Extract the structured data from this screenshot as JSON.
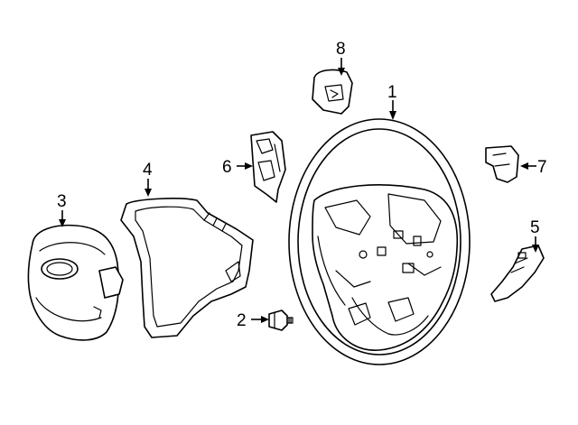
{
  "parts": [
    {
      "id": "p1",
      "callout": "1",
      "icon": "steering-wheel"
    },
    {
      "id": "p2",
      "callout": "2",
      "icon": "bolt"
    },
    {
      "id": "p3",
      "callout": "3",
      "icon": "air-bag-module"
    },
    {
      "id": "p4",
      "callout": "4",
      "icon": "trim-bezel"
    },
    {
      "id": "p5",
      "callout": "5",
      "icon": "paddle-shifter"
    },
    {
      "id": "p6",
      "callout": "6",
      "icon": "switch-assembly"
    },
    {
      "id": "p7",
      "callout": "7",
      "icon": "paddle-shifter"
    },
    {
      "id": "p8",
      "callout": "8",
      "icon": "switch-cover"
    }
  ],
  "colors": {
    "line": "#000000",
    "background": "#ffffff"
  }
}
